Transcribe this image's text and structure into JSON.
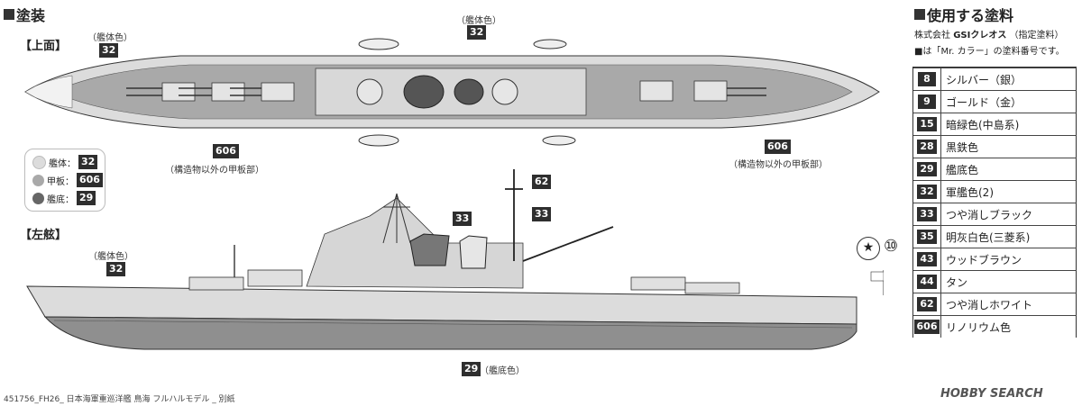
{
  "left_title": "塗装",
  "top_view": {
    "label": "【上面】",
    "left_callout": {
      "note": "（艦体色）",
      "code": "32"
    },
    "center_callout": {
      "note": "（艦体色）",
      "code": "32"
    },
    "deck_left": {
      "code": "606",
      "note": "（構造物以外の甲板部）"
    },
    "deck_right": {
      "code": "606",
      "note": "（構造物以外の甲板部）"
    }
  },
  "legend": [
    {
      "label": "艦体：",
      "code": "32",
      "color": "#dcdcdc"
    },
    {
      "label": "甲板：",
      "code": "606",
      "color": "#a9a9a9"
    },
    {
      "label": "艦底：",
      "code": "29",
      "color": "#666666"
    }
  ],
  "side_view": {
    "label": "【左舷】",
    "hull_callout": {
      "note": "（艦体色）",
      "code": "32"
    },
    "mast_callouts": [
      "62",
      "33"
    ],
    "funnel_callout": "33",
    "bottom_callout": {
      "code": "29",
      "note": "（艦底色）"
    },
    "circled_number": "⑩"
  },
  "right_panel": {
    "title": "使用する塗料",
    "maker_prefix": "株式会社",
    "maker_brand": "GSIクレオス",
    "maker_suffix": "（指定塗料）",
    "subnote": "■は「Mr. カラー」の塗料番号です。",
    "paints": [
      {
        "num": "8",
        "name": "シルバー（銀）"
      },
      {
        "num": "9",
        "name": "ゴールド（金）"
      },
      {
        "num": "15",
        "name": "暗緑色(中島系)"
      },
      {
        "num": "28",
        "name": "黒鉄色"
      },
      {
        "num": "29",
        "name": "艦底色"
      },
      {
        "num": "32",
        "name": "軍艦色(2)"
      },
      {
        "num": "33",
        "name": "つや消しブラック"
      },
      {
        "num": "35",
        "name": "明灰白色(三菱系)"
      },
      {
        "num": "43",
        "name": "ウッドブラウン"
      },
      {
        "num": "44",
        "name": "タン"
      },
      {
        "num": "62",
        "name": "つや消しホワイト"
      },
      {
        "num": "606",
        "name": "リノリウム色"
      }
    ]
  },
  "footer": {
    "text": "451756_FH26_ 日本海軍重巡洋艦 鳥海 フルハルモデル _ 別紙",
    "watermark": "HOBBY SEARCH"
  },
  "colors": {
    "hull": "#dcdcdc",
    "deck": "#a9a9a9",
    "bottom": "#8f8f8f",
    "badge": "#2e2e2e"
  }
}
